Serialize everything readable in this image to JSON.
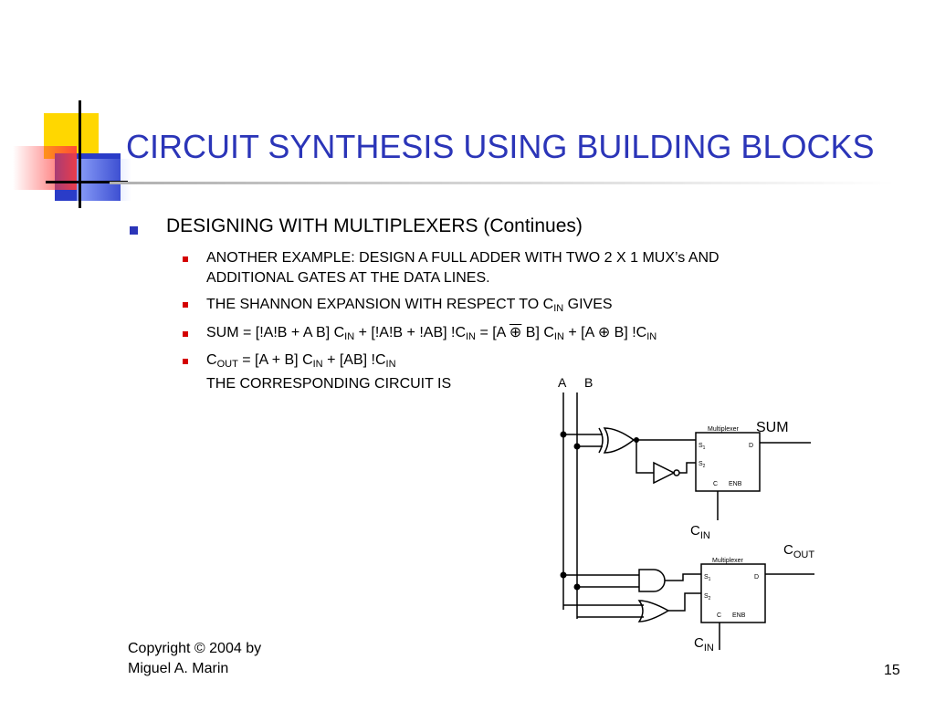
{
  "slide": {
    "title": "CIRCUIT SYNTHESIS USING BUILDING BLOCKS",
    "heading": "DESIGNING WITH MULTIPLEXERS (Continues)",
    "example_line1": "ANOTHER EXAMPLE: DESIGN A FULL ADDER WITH  TWO 2 X 1  MUX’s AND",
    "example_line2": "ADDITIONAL GATES AT THE DATA LINES.",
    "shannon_prefix": "THE SHANNON EXPANSION WITH RESPECT TO  C",
    "shannon_sub": "IN",
    "shannon_suffix": " GIVES",
    "sum": {
      "p1": "SUM = [!A!B + A B] C",
      "s1": "IN",
      "p2": " + [!A!B + !AB] !C",
      "s2": "IN",
      "p3": " = [A ",
      "xor1": "⊕",
      "p4": " B] C",
      "s3": "IN",
      "p5": " + [A ",
      "xor2": "⊕",
      "p6": " B] !C",
      "s4": "IN"
    },
    "cout": {
      "p1": "C",
      "s1": "OUT",
      "p2": " = [A + B] C",
      "s2": "IN",
      "p3": " + [AB] !C",
      "s3": "IN"
    },
    "circuit_line": "THE CORRESPONDING CIRCUIT IS",
    "copyright_line1": "Copyright © 2004 by",
    "copyright_line2": "Miguel A. Marin",
    "page_number": "15"
  },
  "circuit": {
    "input_a": "A",
    "input_b": "B",
    "mux1": {
      "title": "Multiplexer",
      "s1": "S",
      "s1_sub": "1",
      "s2": "S",
      "s2_sub": "2",
      "d": "D",
      "c": "C",
      "enb": "ENB"
    },
    "mux2": {
      "title": "Multiplexer",
      "s1": "S",
      "s1_sub": "1",
      "s2": "S",
      "s2_sub": "2",
      "d": "D",
      "c": "C",
      "enb": "ENB"
    },
    "sum_label": "SUM",
    "cin_label": "C",
    "cin_sub": "IN",
    "cout_label": "C",
    "cout_sub": "OUT"
  }
}
